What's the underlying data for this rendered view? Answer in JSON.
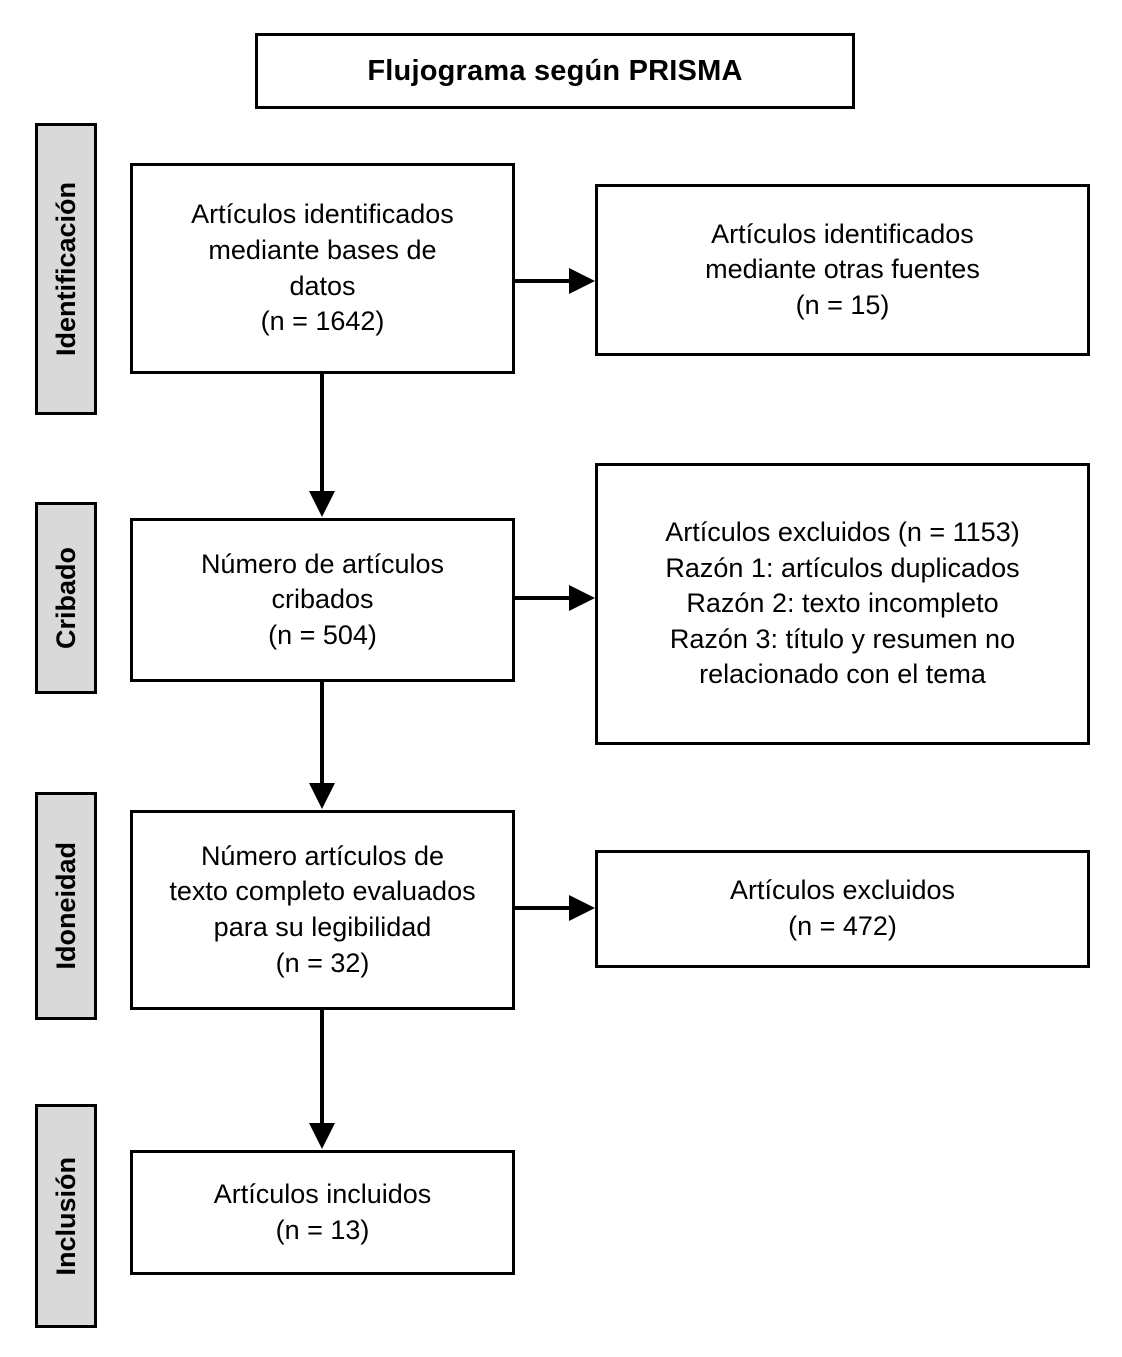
{
  "diagram": {
    "title": "Flujograma según PRISMA",
    "stages": [
      {
        "id": "identificacion",
        "label": "Identificación"
      },
      {
        "id": "cribado",
        "label": "Cribado"
      },
      {
        "id": "idoneidad",
        "label": "Idoneidad"
      },
      {
        "id": "inclusion",
        "label": "Inclusión"
      }
    ],
    "boxes": {
      "identified_databases": {
        "lines": [
          "Artículos identificados",
          "mediante bases de",
          "datos",
          "(n = 1642)"
        ]
      },
      "identified_other_sources": {
        "lines": [
          "Artículos identificados",
          "mediante otras fuentes",
          "(n = 15)"
        ]
      },
      "screened": {
        "lines": [
          "Número de artículos",
          "cribados",
          "(n = 504)"
        ]
      },
      "excluded_screening": {
        "lines": [
          "Artículos excluidos (n = 1153)",
          "Razón 1: artículos duplicados",
          "Razón 2: texto incompleto",
          "Razón 3: título y resumen no",
          "relacionado con el tema"
        ]
      },
      "fulltext_assessed": {
        "lines": [
          "Número artículos de",
          "texto completo evaluados",
          "para su legibilidad",
          "(n = 32)"
        ]
      },
      "excluded_eligibility": {
        "lines": [
          "Artículos excluidos",
          "(n = 472)"
        ]
      },
      "included": {
        "lines": [
          "Artículos incluidos",
          "(n = 13)"
        ]
      }
    },
    "colors": {
      "stage_fill": "#d9d9d9",
      "box_fill": "#ffffff",
      "stroke": "#000000",
      "background": "#ffffff"
    },
    "counts": {
      "identified_databases": 1642,
      "identified_other_sources": 15,
      "screened": 504,
      "excluded_screening": 1153,
      "fulltext_assessed": 32,
      "excluded_eligibility": 472,
      "included": 13
    }
  }
}
